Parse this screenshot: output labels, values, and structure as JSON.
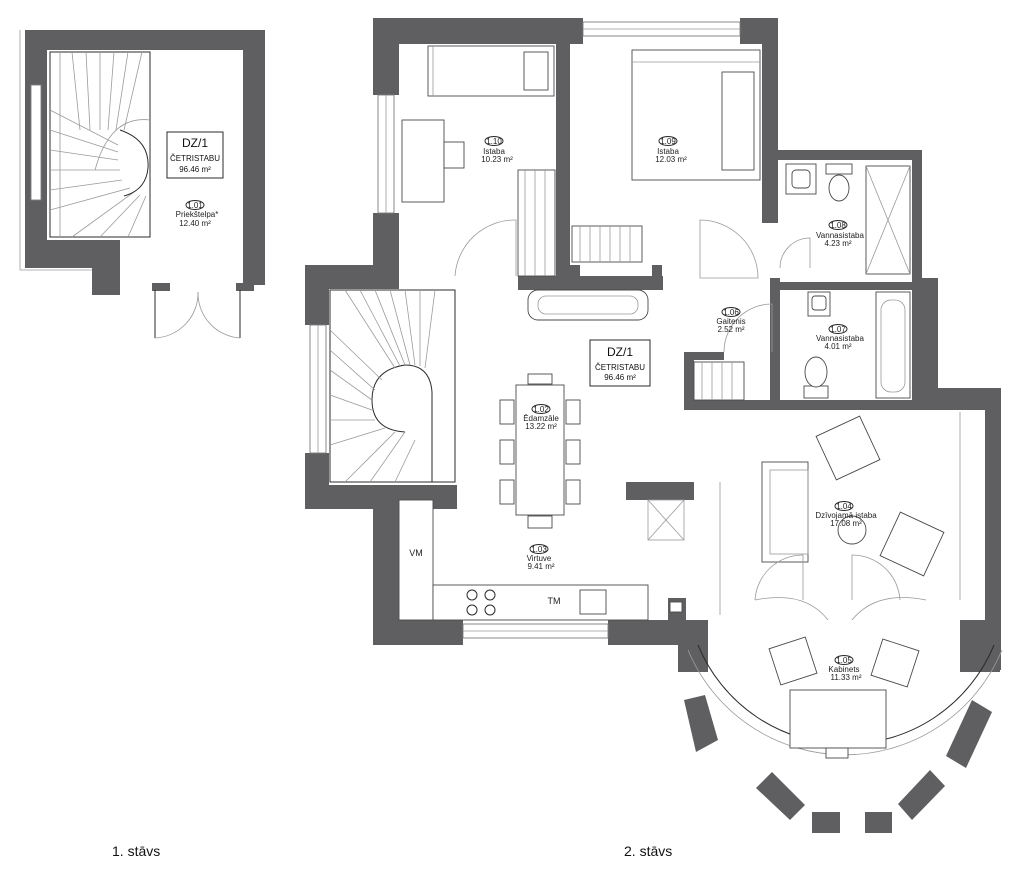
{
  "floors": [
    {
      "label": "1. stāvs"
    },
    {
      "label": "2. stāvs"
    }
  ],
  "apartment": {
    "code": "DZ/1",
    "type": "ČETRISTABU",
    "area": "96.46 m²"
  },
  "rooms": [
    {
      "id": "1.01",
      "name": "Priekštelpa*",
      "area": "12.40 m²"
    },
    {
      "id": "1.02",
      "name": "Ēdamzāle",
      "area": "13.22 m²"
    },
    {
      "id": "1.03",
      "name": "Virtuve",
      "area": "9.41 m²"
    },
    {
      "id": "1.04",
      "name": "Dzīvojamā istaba",
      "area": "17.08 m²"
    },
    {
      "id": "1.05",
      "name": "Kabinets",
      "area": "11.33 m²"
    },
    {
      "id": "1.06",
      "name": "Gaitenis",
      "area": "2.52 m²"
    },
    {
      "id": "1.07",
      "name": "Vannasistaba",
      "area": "4.01 m²"
    },
    {
      "id": "1.08",
      "name": "Vannasistaba",
      "area": "4.23 m²"
    },
    {
      "id": "1.09",
      "name": "Istaba",
      "area": "12.03 m²"
    },
    {
      "id": "1.10",
      "name": "Istaba",
      "area": "10.23 m²"
    }
  ],
  "appliances": {
    "dishwasher": "VM",
    "dryer": "TM"
  }
}
